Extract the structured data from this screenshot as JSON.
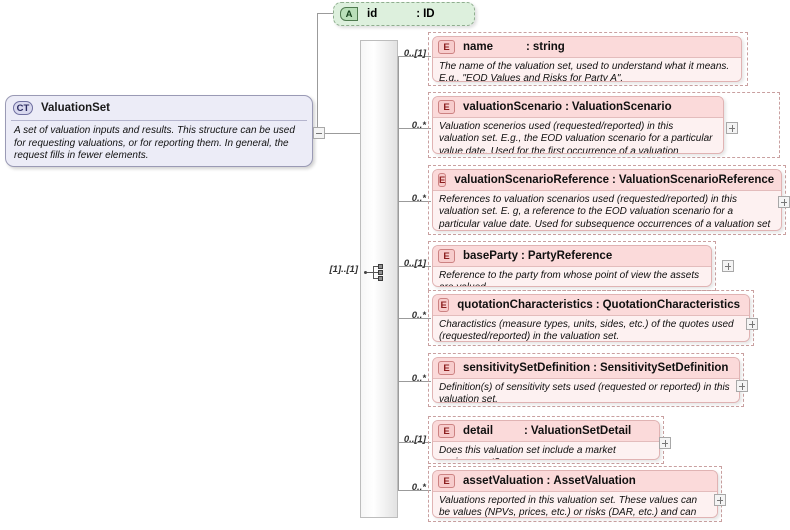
{
  "diagram": {
    "kind": "xsd-schema-diagram",
    "title": "ValuationSet"
  },
  "complex_type": {
    "badge": "CT",
    "name": "ValuationSet",
    "documentation": "A set of valuation inputs and results. This structure can be used for requesting valuations, or for reporting them. In general, the request fills in fewer elements.",
    "collapse_toggle": "collapse"
  },
  "attribute": {
    "badge": "A",
    "name": "id",
    "separator": ":",
    "type": "ID"
  },
  "compositor": {
    "kind": "sequence",
    "cardinality": "[1]..[1]"
  },
  "elements": [
    {
      "badge": "E",
      "name": "name",
      "separator": ":",
      "type": "string",
      "cardinality": "0..[1]",
      "documentation": "The name of the valuation set, used to understand what it means. E.g., \"EOD Values and Risks for Party A\".",
      "expandable": false
    },
    {
      "badge": "E",
      "name": "valuationScenario",
      "separator": ":",
      "type": "ValuationScenario",
      "cardinality": "0..*",
      "documentation": "Valuation scenerios used (requested/reported) in this valuation set. E.g., the EOD valuation scenario for a particular value date. Used for the first occurrence of a valuation scenario in a document.",
      "expandable": true
    },
    {
      "badge": "E",
      "name": "valuationScenarioReference",
      "separator": ":",
      "type": "ValuationScenarioReference",
      "cardinality": "0..*",
      "documentation": "References to valuation scenarios used (requested/reported) in this valuation set. E. g, a reference to the EOD valuation scenario for a particular value date. Used for subsequence occurrences of a valuation set in an FpML document.",
      "expandable": true
    },
    {
      "badge": "E",
      "name": "baseParty",
      "separator": ":",
      "type": "PartyReference",
      "cardinality": "0..[1]",
      "documentation": "Reference to the party from whose point of view the assets are valued.",
      "expandable": true
    },
    {
      "badge": "E",
      "name": "quotationCharacteristics",
      "separator": ":",
      "type": "QuotationCharacteristics",
      "cardinality": "0..*",
      "documentation": "Charactistics (measure types, units, sides, etc.) of the quotes used (requested/reported) in the valuation set.",
      "expandable": true
    },
    {
      "badge": "E",
      "name": "sensitivitySetDefinition",
      "separator": ":",
      "type": "SensitivitySetDefinition",
      "cardinality": "0..*",
      "documentation": "Definition(s) of sensitivity sets used (requested or reported) in this valuation set.",
      "expandable": true
    },
    {
      "badge": "E",
      "name": "detail",
      "separator": ":",
      "type": "ValuationSetDetail",
      "cardinality": "0..[1]",
      "documentation": "Does this valuation set include a market environment?",
      "expandable": true
    },
    {
      "badge": "E",
      "name": "assetValuation",
      "separator": ":",
      "type": "AssetValuation",
      "cardinality": "0..*",
      "documentation": "Valuations reported in this valuation set. These values can be values (NPVs, prices, etc.) or risks (DAR, etc.) and can include sensitivities.",
      "expandable": true
    }
  ],
  "colors": {
    "element_fill": "#fdeeee",
    "element_header": "#fbdada",
    "complex_type_fill": "#ececf7",
    "attribute_fill": "#ddf0dd",
    "connector": "#9b9b9b"
  }
}
